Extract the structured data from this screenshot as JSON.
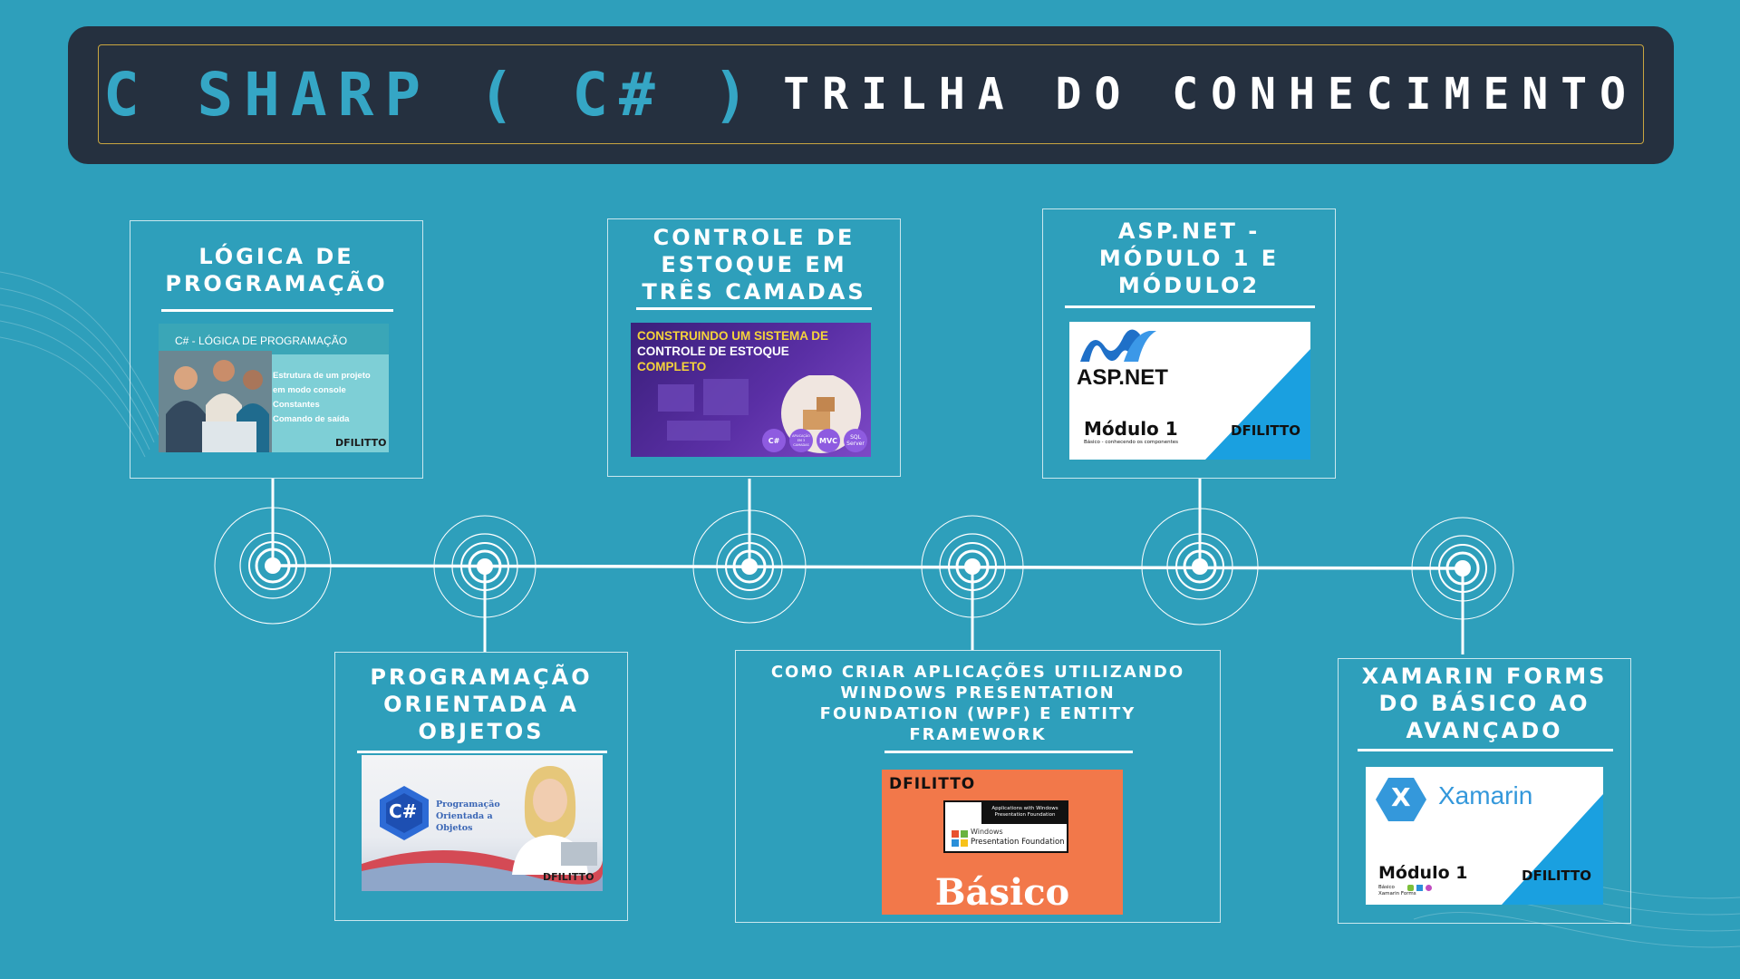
{
  "header": {
    "title": "C SHARP ( C# )",
    "subtitle": "TRILHA DO CONHECIMENTO"
  },
  "colors": {
    "background": "#2e9fbb",
    "header_bg": "#25303f",
    "header_border": "#c9a640",
    "title_accent": "#35a6c5",
    "line": "#ffffff"
  },
  "modules": [
    {
      "title_lines": [
        "LÓGICA DE",
        "PROGRAMAÇÃO"
      ],
      "thumb": {
        "heading": "C# - LÓGICA DE PROGRAMAÇÃO",
        "bullets": [
          "Estrutura de um projeto",
          "em modo console",
          "Constantes",
          "Comando de saída"
        ],
        "brand": "DFILITTO"
      }
    },
    {
      "title_lines": [
        "PROGRAMAÇÃO",
        "ORIENTADA A",
        "OBJETOS"
      ],
      "thumb": {
        "logo_text": "C#",
        "caption_lines": [
          "Programação",
          "Orientada a",
          "Objetos"
        ],
        "brand": "DFILITTO"
      }
    },
    {
      "title_lines": [
        "CONTROLE DE",
        "ESTOQUE EM",
        "TRÊS CAMADAS"
      ],
      "thumb": {
        "heading_lines": [
          "CONSTRUINDO UM SISTEMA DE",
          "CONTROLE DE ESTOQUE",
          "COMPLETO"
        ],
        "badges": [
          "C#",
          "APLICAÇÃO EM 3 CAMADAS",
          "MVC",
          "SQL Server"
        ]
      }
    },
    {
      "title_lines": [
        "COMO CRIAR APLICAÇÕES UTILIZANDO",
        "WINDOWS PRESENTATION",
        "FOUNDATION (WPF) E ENTITY",
        "FRAMEWORK"
      ],
      "thumb": {
        "brand": "DFILITTO",
        "box_caption": "Applications with Windows Presentation Foundation",
        "product_line1": "Windows",
        "product_line2": "Presentation Foundation",
        "level": "Básico"
      }
    },
    {
      "title_lines": [
        "ASP.NET -",
        "MÓDULO 1 E",
        "MÓDULO2"
      ],
      "thumb": {
        "logo_text": "ASP.NET",
        "module": "Módulo 1",
        "module_sub": "Básico - conhecendo os componentes",
        "brand": "DFILITTO"
      }
    },
    {
      "title_lines": [
        "XAMARIN FORMS",
        "DO BÁSICO AO",
        "AVANÇADO"
      ],
      "thumb": {
        "logo_letter": "X",
        "logo_text": "Xamarin",
        "module": "Módulo 1",
        "module_sub": "Básico",
        "module_sub2": "Xamarin Forms",
        "brand": "DFILITTO"
      }
    }
  ]
}
